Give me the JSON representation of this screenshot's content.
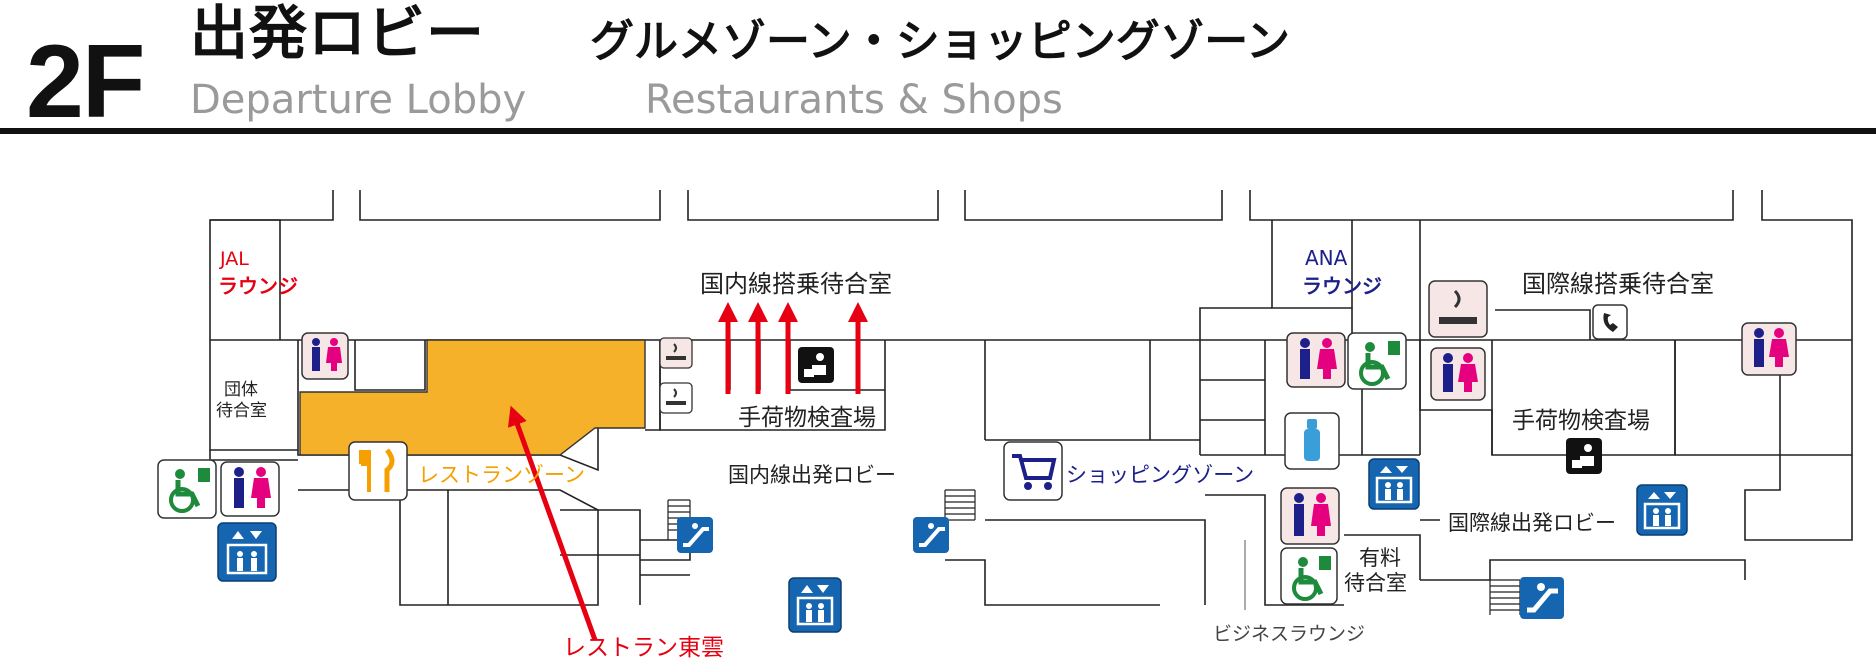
{
  "header": {
    "floor": "2F",
    "title_ja": "出発ロビー",
    "title_en": "Departure Lobby",
    "subtitle_ja": "グルメゾーン・ショッピングゾーン",
    "subtitle_en": "Restaurants & Shops"
  },
  "colors": {
    "jal": "#e60012",
    "ana": "#1d2088",
    "restaurant": "#f5b12a",
    "shopping": "#1d2088",
    "arrow": "#e60012",
    "elevator": "#1565b0",
    "accessible": "#1e8a3c",
    "male": "#1d2088",
    "female": "#e4007f"
  },
  "labels": {
    "jal_line1": "JAL",
    "jal_line2": "ラウンジ",
    "ana_line1": "ANA",
    "ana_line2": "ラウンジ",
    "group_line1": "団体",
    "group_line2": "待合室",
    "dom_gate": "国内線搭乗待合室",
    "intl_gate": "国際線搭乗待合室",
    "dom_security": "手荷物検査場",
    "intl_security": "手荷物検査場",
    "dom_lobby": "国内線出発ロビー",
    "intl_lobby": "国際線出発ロビー",
    "restaurant_zone": "レストランゾーン",
    "shopping_zone": "ショッピングゾーン",
    "restaurant_tounn": "レストラン東雲",
    "paid_line1": "有料",
    "paid_line2": "待合室",
    "business": "ビジネスラウンジ"
  },
  "icons": [
    "restroom-icon",
    "accessible-restroom-icon",
    "elevator-icon",
    "escalator-icon",
    "smoking-icon",
    "restaurant-icon",
    "shopping-cart-icon",
    "baby-bottle-icon",
    "telephone-icon",
    "security-check-icon",
    "direction-arrow-icon"
  ]
}
